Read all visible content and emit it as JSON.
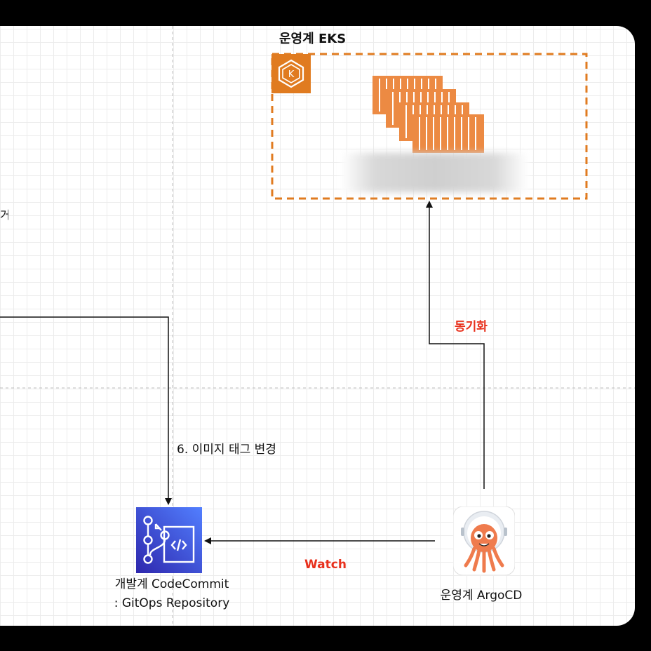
{
  "eks_group": {
    "title": "운영계 EKS",
    "border_color": "#e07b20",
    "icon_name": "eks-icon",
    "containers_icon": "containers-icon",
    "blurred_label": ""
  },
  "partial_text": "거",
  "sync_arrow": {
    "label": "동기화",
    "label_color": "#e8311d"
  },
  "image_tag_arrow": {
    "label": "6. 이미지 태그 변경"
  },
  "watch_arrow": {
    "label": "Watch",
    "label_color": "#e8311d"
  },
  "codecommit": {
    "icon_name": "codecommit-icon",
    "label_line1": "개발계 CodeCommit",
    "label_line2": ": GitOps Repository",
    "color": "#3b48cc"
  },
  "argocd": {
    "icon_name": "argocd-icon",
    "label": "운영계 ArgoCD"
  },
  "colors": {
    "accent_orange": "#e07b20",
    "emphasis_red": "#e8311d",
    "codecommit_blue": "#3b48cc",
    "argo_orange": "#ef7b4d"
  }
}
